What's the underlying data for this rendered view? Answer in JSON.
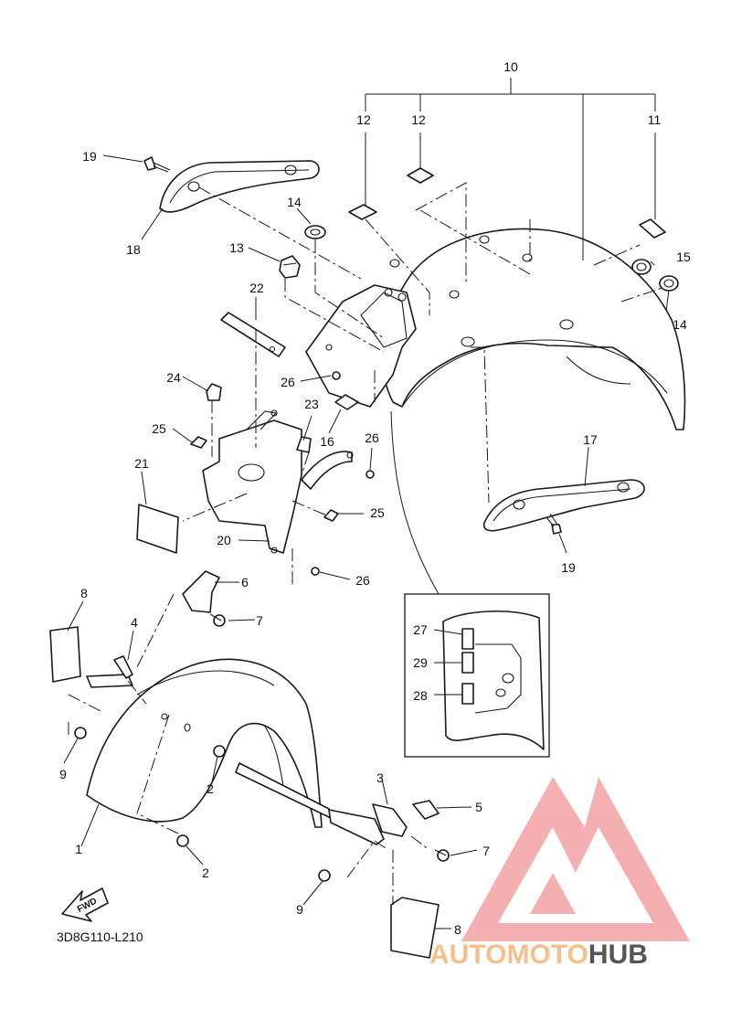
{
  "diagram_code": "3D8G110-L210",
  "fwd_label": "FWD",
  "callouts": [
    {
      "id": "c10",
      "text": "10"
    },
    {
      "id": "c12a",
      "text": "12"
    },
    {
      "id": "c12b",
      "text": "12"
    },
    {
      "id": "c11",
      "text": "11"
    },
    {
      "id": "c19a",
      "text": "19"
    },
    {
      "id": "c18",
      "text": "18"
    },
    {
      "id": "c14a",
      "text": "14"
    },
    {
      "id": "c13",
      "text": "13"
    },
    {
      "id": "c15",
      "text": "15"
    },
    {
      "id": "c14b",
      "text": "14"
    },
    {
      "id": "c22",
      "text": "22"
    },
    {
      "id": "c24",
      "text": "24"
    },
    {
      "id": "c26a",
      "text": "26"
    },
    {
      "id": "c23",
      "text": "23"
    },
    {
      "id": "c16",
      "text": "16"
    },
    {
      "id": "c25a",
      "text": "25"
    },
    {
      "id": "c26b",
      "text": "26"
    },
    {
      "id": "c21",
      "text": "21"
    },
    {
      "id": "c25b",
      "text": "25"
    },
    {
      "id": "c20",
      "text": "20"
    },
    {
      "id": "c17",
      "text": "17"
    },
    {
      "id": "c19b",
      "text": "19"
    },
    {
      "id": "c26c",
      "text": "26"
    },
    {
      "id": "c6",
      "text": "6"
    },
    {
      "id": "c8a",
      "text": "8"
    },
    {
      "id": "c4",
      "text": "4"
    },
    {
      "id": "c7a",
      "text": "7"
    },
    {
      "id": "c27",
      "text": "27"
    },
    {
      "id": "c29",
      "text": "29"
    },
    {
      "id": "c28",
      "text": "28"
    },
    {
      "id": "c9a",
      "text": "9"
    },
    {
      "id": "c2a",
      "text": "2"
    },
    {
      "id": "c3",
      "text": "3"
    },
    {
      "id": "c5",
      "text": "5"
    },
    {
      "id": "c1",
      "text": "1"
    },
    {
      "id": "c7b",
      "text": "7"
    },
    {
      "id": "c2b",
      "text": "2"
    },
    {
      "id": "c9b",
      "text": "9"
    },
    {
      "id": "c8b",
      "text": "8"
    }
  ],
  "watermark": {
    "part1": "AUTOMOTO",
    "part2": "HUB",
    "color_light": "#f6c08a",
    "color_dark": "#555555",
    "logo_color": "#f08a8a"
  }
}
